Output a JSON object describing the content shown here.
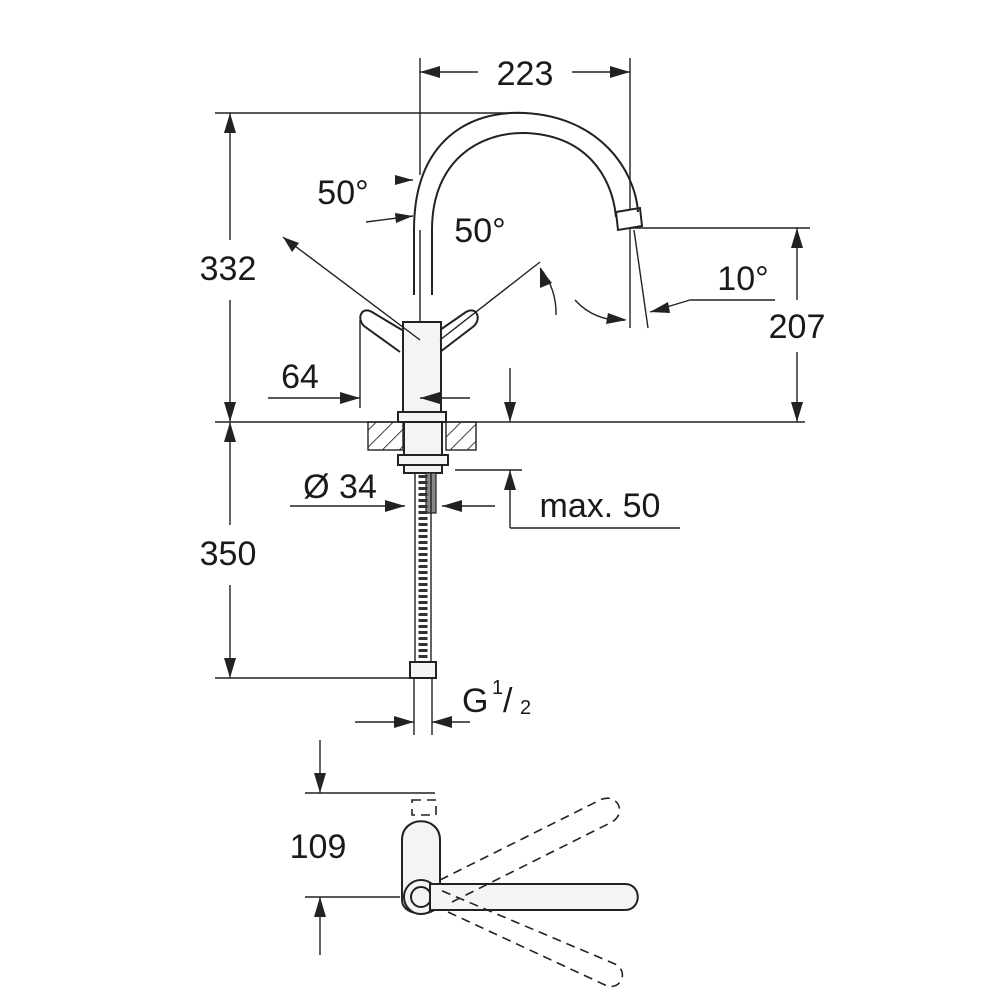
{
  "diagram": {
    "dimensions": {
      "spout_reach": "223",
      "total_height": "332",
      "spout_height": "207",
      "lower_length": "350",
      "body_offset": "64",
      "hole_diameter": "Ø 34",
      "max_thickness": "max. 50",
      "plan_depth": "109"
    },
    "angles": {
      "upper": "50°",
      "lower": "50°",
      "spout_tilt": "10°"
    },
    "connection": {
      "thread": "G",
      "numerator": "1",
      "denominator": "2"
    }
  }
}
